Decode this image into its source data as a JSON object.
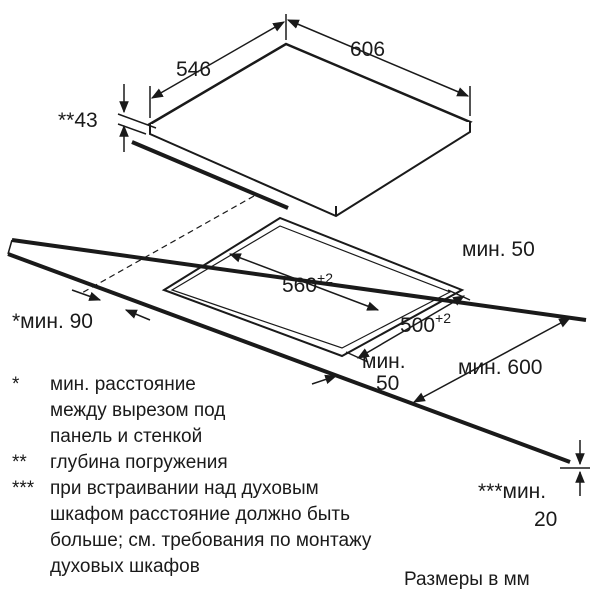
{
  "dimensions": {
    "hob_depth": "546",
    "hob_width": "606",
    "depth_marker": "**43",
    "cutout_width_value": "560",
    "cutout_width_tolerance": "+2",
    "cutout_depth_value": "500",
    "cutout_depth_tolerance": "+2",
    "min_front_wall": "мин. 50",
    "min_back": "*мин. 90",
    "min_front_line1": "мин.",
    "min_front_line2": "50",
    "min_side": "мин. 600",
    "min_below_line1": "***мин.",
    "min_below_line2": "20"
  },
  "notes": [
    {
      "mark": "*",
      "lines": [
        "мин. расстояние",
        "между вырезом под",
        "панель и стенкой"
      ]
    },
    {
      "mark": "**",
      "lines": [
        "глубина погружения"
      ]
    },
    {
      "mark": "***",
      "lines": [
        "при встраивании над духовым",
        "шкафом расстояние должно быть",
        "больше; см. требования по монтажу",
        "духовых шкафов"
      ]
    }
  ],
  "units_label": "Размеры в мм",
  "colors": {
    "line": "#1a1a1a",
    "background": "#ffffff"
  }
}
